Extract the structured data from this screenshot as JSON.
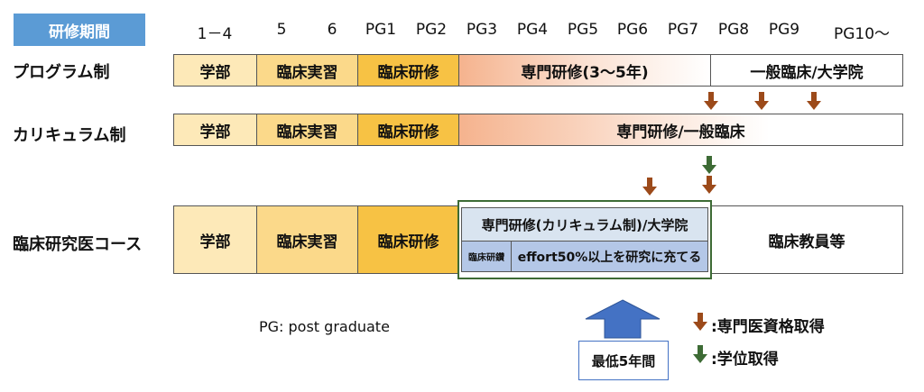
{
  "title": "研修期間",
  "pg_labels": [
    "1－4",
    "5",
    "6",
    "PG1",
    "PG2",
    "PG3",
    "PG4",
    "PG5",
    "PG6",
    "PG7",
    "PG8",
    "PG9",
    "PG10～"
  ],
  "rows": {
    "program": {
      "label": "プログラム制",
      "gakubu": "学部",
      "rinsho": "臨床実習",
      "kenshu": "臨床研修",
      "senmon": "専門研修(3～5年)",
      "general": "一般臨床/大学院"
    },
    "curriculum": {
      "label": "カリキュラム制",
      "gakubu": "学部",
      "rinsho": "臨床実習",
      "kenshu": "臨床研修",
      "senmon": "専門研修/一般臨床"
    },
    "course": {
      "label": "臨床研究医コース",
      "gakubu": "学部",
      "rinsho": "臨床実習",
      "kenshu": "臨床研修",
      "top": "専門研修(カリキュラム制)/大学院",
      "sub_left": "臨床研鑽",
      "sub_right": "effort50%以上を研究に充てる",
      "faculty": "臨床教員等"
    }
  },
  "note": "PG: post graduate",
  "min_label": "最低5年間",
  "legend": {
    "brown": ":専門医資格取得",
    "green": ":学位取得"
  },
  "colors": {
    "title_bg": "#5b9bd5",
    "brown_arrow": "#9c4a1a",
    "green_arrow": "#3d6b35",
    "blue_arrow": "#4472c4"
  }
}
